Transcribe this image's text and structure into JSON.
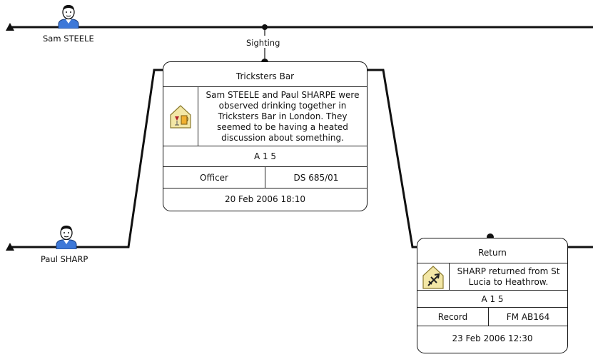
{
  "people": [
    {
      "name": "Sam STEELE"
    },
    {
      "name": "Paul SHARP"
    }
  ],
  "events": [
    {
      "label": "Sighting",
      "title": "Tricksters Bar",
      "description": "Sam STEELE and Paul SHARPE were observed drinking together in Tricksters Bar in London. They seemed to be having a heated discussion about something.",
      "code": "A 1 5",
      "source_type": "Officer",
      "source_ref": "DS 685/01",
      "datetime": "20 Feb 2006 18:10",
      "icon": "bar-drinks-icon"
    },
    {
      "title": "Return",
      "description": "SHARP returned from St Lucia to Heathrow.",
      "code": "A 1 5",
      "source_type": "Record",
      "source_ref": "FM AB164",
      "datetime": "23 Feb 2006 12:30",
      "icon": "airplane-icon"
    }
  ],
  "colors": {
    "line": "#111111",
    "avatar_shirt": "#3d78d8"
  }
}
